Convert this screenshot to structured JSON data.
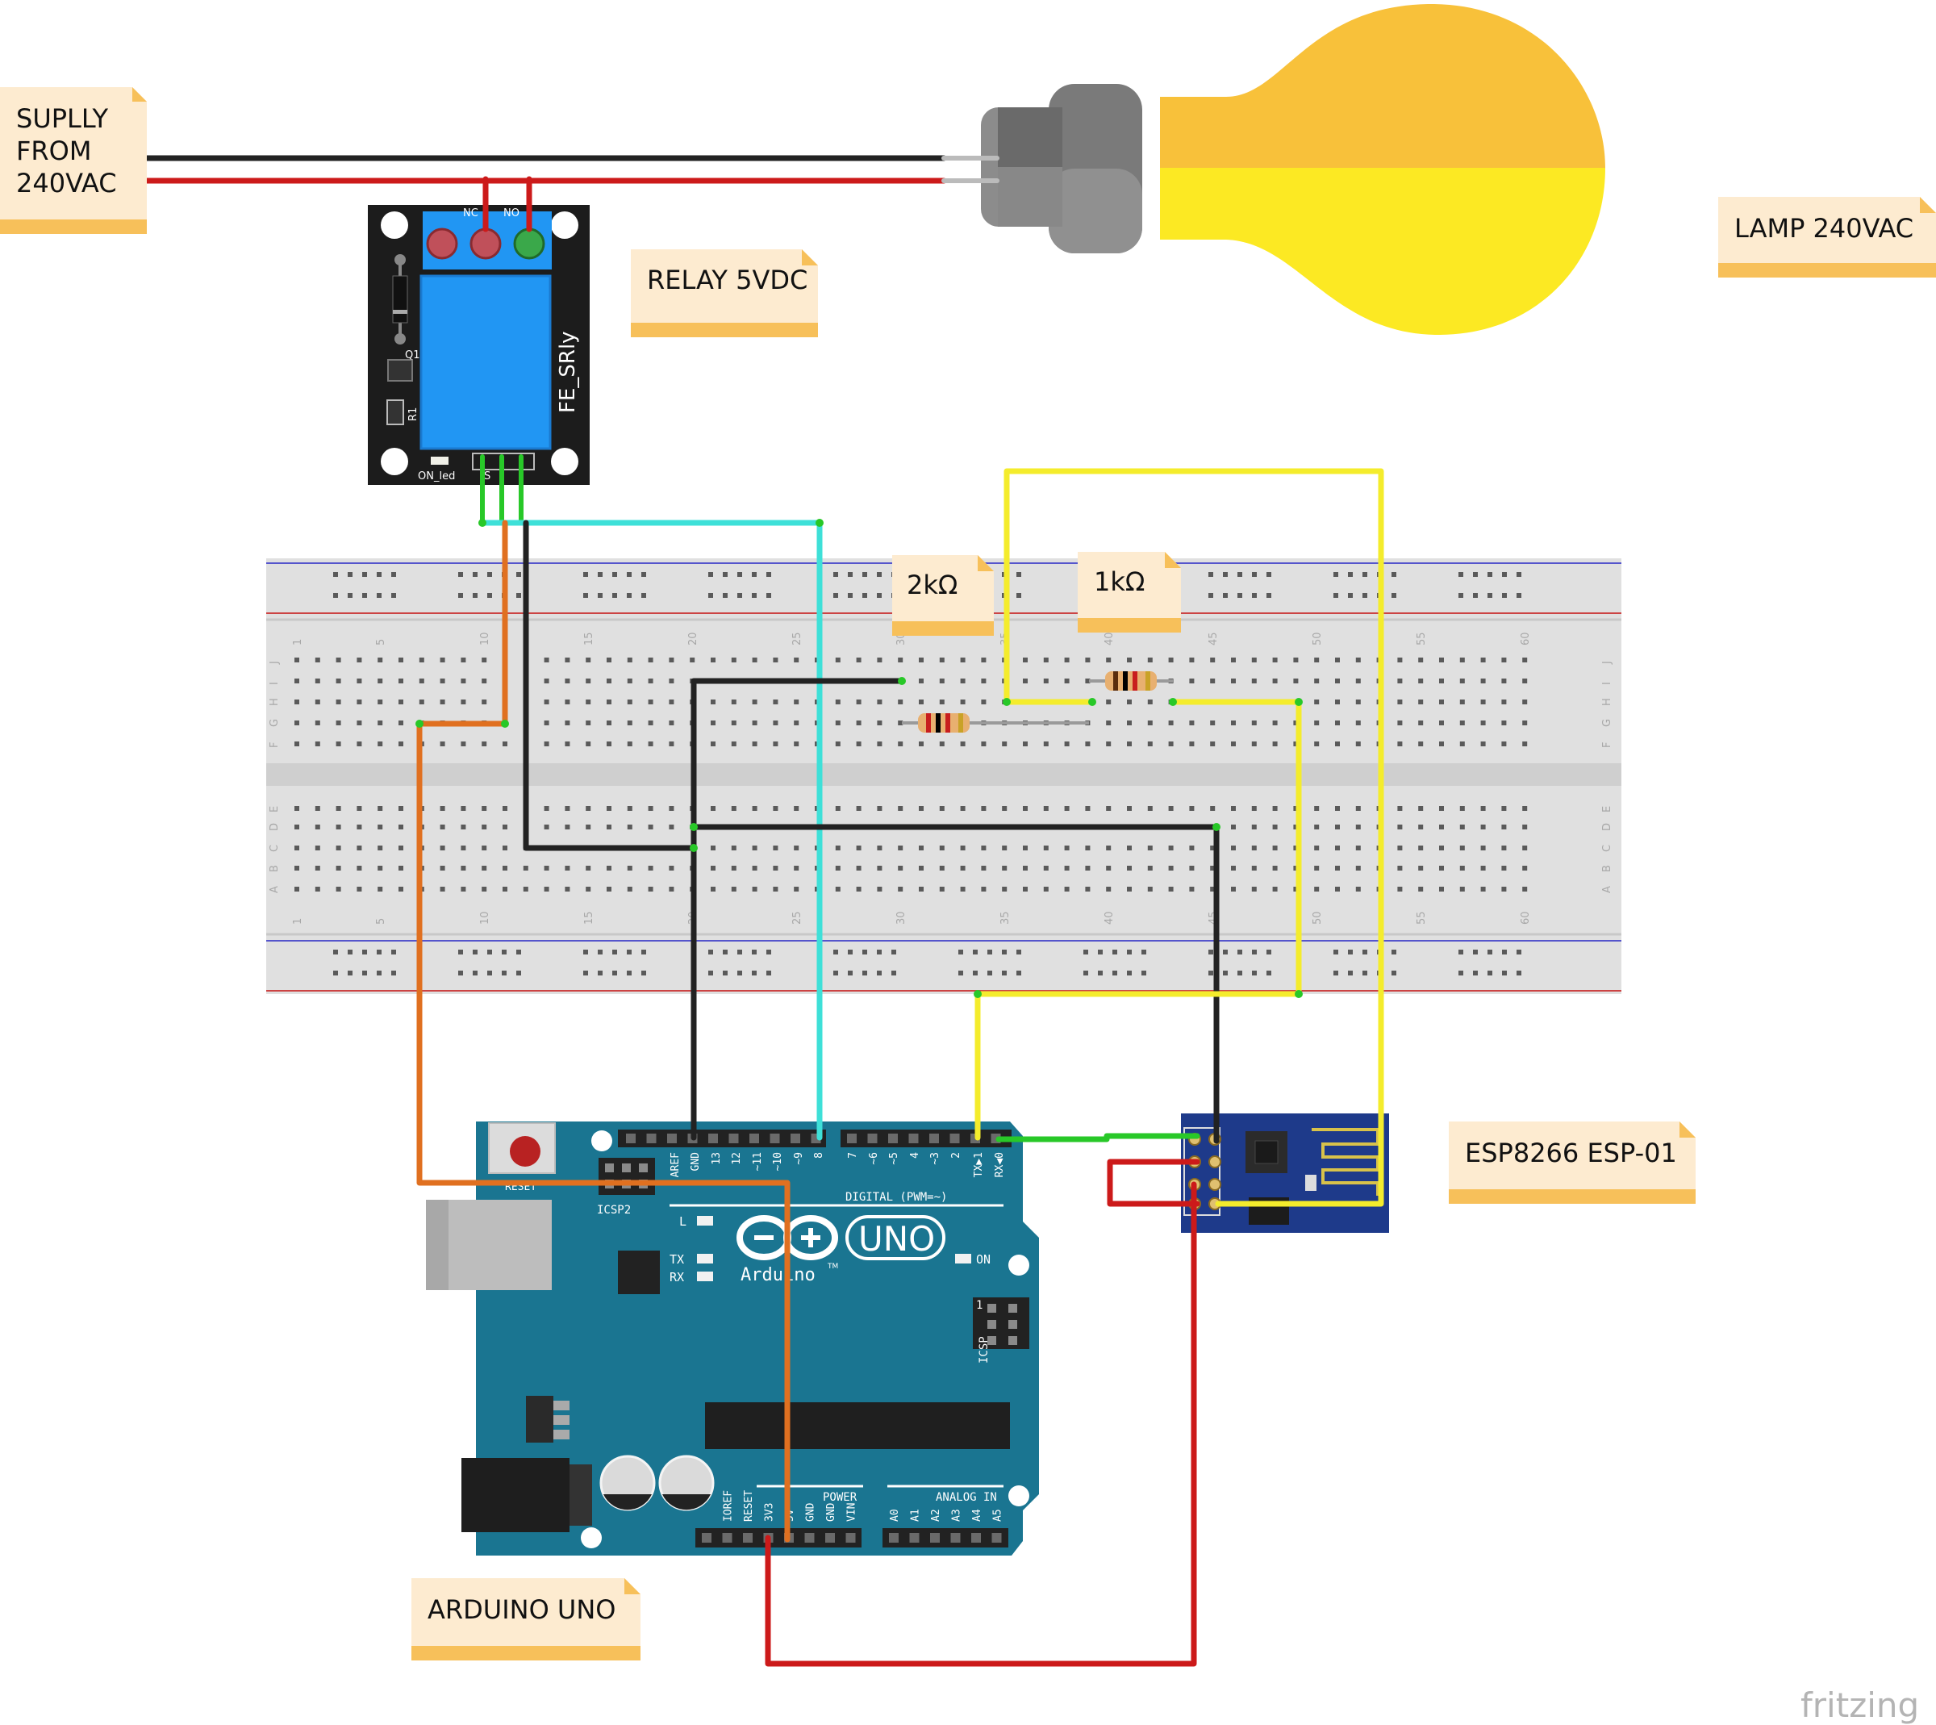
{
  "notes": {
    "supply": [
      "SUPLLY",
      "FROM",
      "240VAC"
    ],
    "relay": "RELAY 5VDC",
    "lamp": "LAMP 240VAC",
    "r2k": "2kΩ",
    "r1k": "1kΩ",
    "esp": "ESP8266 ESP-01",
    "arduino": "ARDUINO UNO"
  },
  "relay_board": {
    "name": "FE_SRly",
    "nc": "NC",
    "no": "NO",
    "q1": "Q1",
    "r1": "R1",
    "on_led": "ON_led",
    "s": "S"
  },
  "arduino_board": {
    "logo_uno": "UNO",
    "logo_text": "Arduino",
    "tm": "TM",
    "digital": "DIGITAL (PWM=~)",
    "power": "POWER",
    "analog": "ANALOG IN",
    "icsp": "ICSP",
    "icsp2": "ICSP2",
    "reset": "RESET",
    "l": "L",
    "tx": "TX",
    "rx": "RX",
    "on": "ON",
    "one": "1",
    "top_pins": [
      "AREF",
      "GND",
      "13",
      "12",
      "~11",
      "~10",
      "~9",
      "8",
      "7",
      "~6",
      "~5",
      "4",
      "~3",
      "2",
      "TX▶1",
      "RX◀0"
    ],
    "power_pins": [
      "IOREF",
      "RESET",
      "3V3",
      "5V",
      "GND",
      "GND",
      "VIN"
    ],
    "analog_pins": [
      "A0",
      "A1",
      "A2",
      "A3",
      "A4",
      "A5"
    ]
  },
  "breadboard": {
    "row_letters_top": [
      "J",
      "I",
      "H",
      "G",
      "F"
    ],
    "row_letters_bottom": [
      "E",
      "D",
      "C",
      "B",
      "A"
    ],
    "col_numbers": [
      "1",
      "5",
      "10",
      "15",
      "20",
      "25",
      "30",
      "35",
      "40",
      "45",
      "50",
      "55",
      "60"
    ]
  },
  "watermark": "fritzing",
  "colors": {
    "wire_black": "#222222",
    "wire_red": "#cc1a1a",
    "wire_orange": "#e07020",
    "wire_cyan": "#3ee0d8",
    "wire_yellow": "#f4ec2c",
    "wire_green": "#28c828",
    "note_bg": "#fdebd0",
    "note_fold": "#f7c05a",
    "arduino": "#1a7591",
    "relay_blue": "#2196f3",
    "esp_blue": "#1e3a8a",
    "lamp_top": "#f8c13a",
    "lamp_bottom": "#fce923"
  }
}
